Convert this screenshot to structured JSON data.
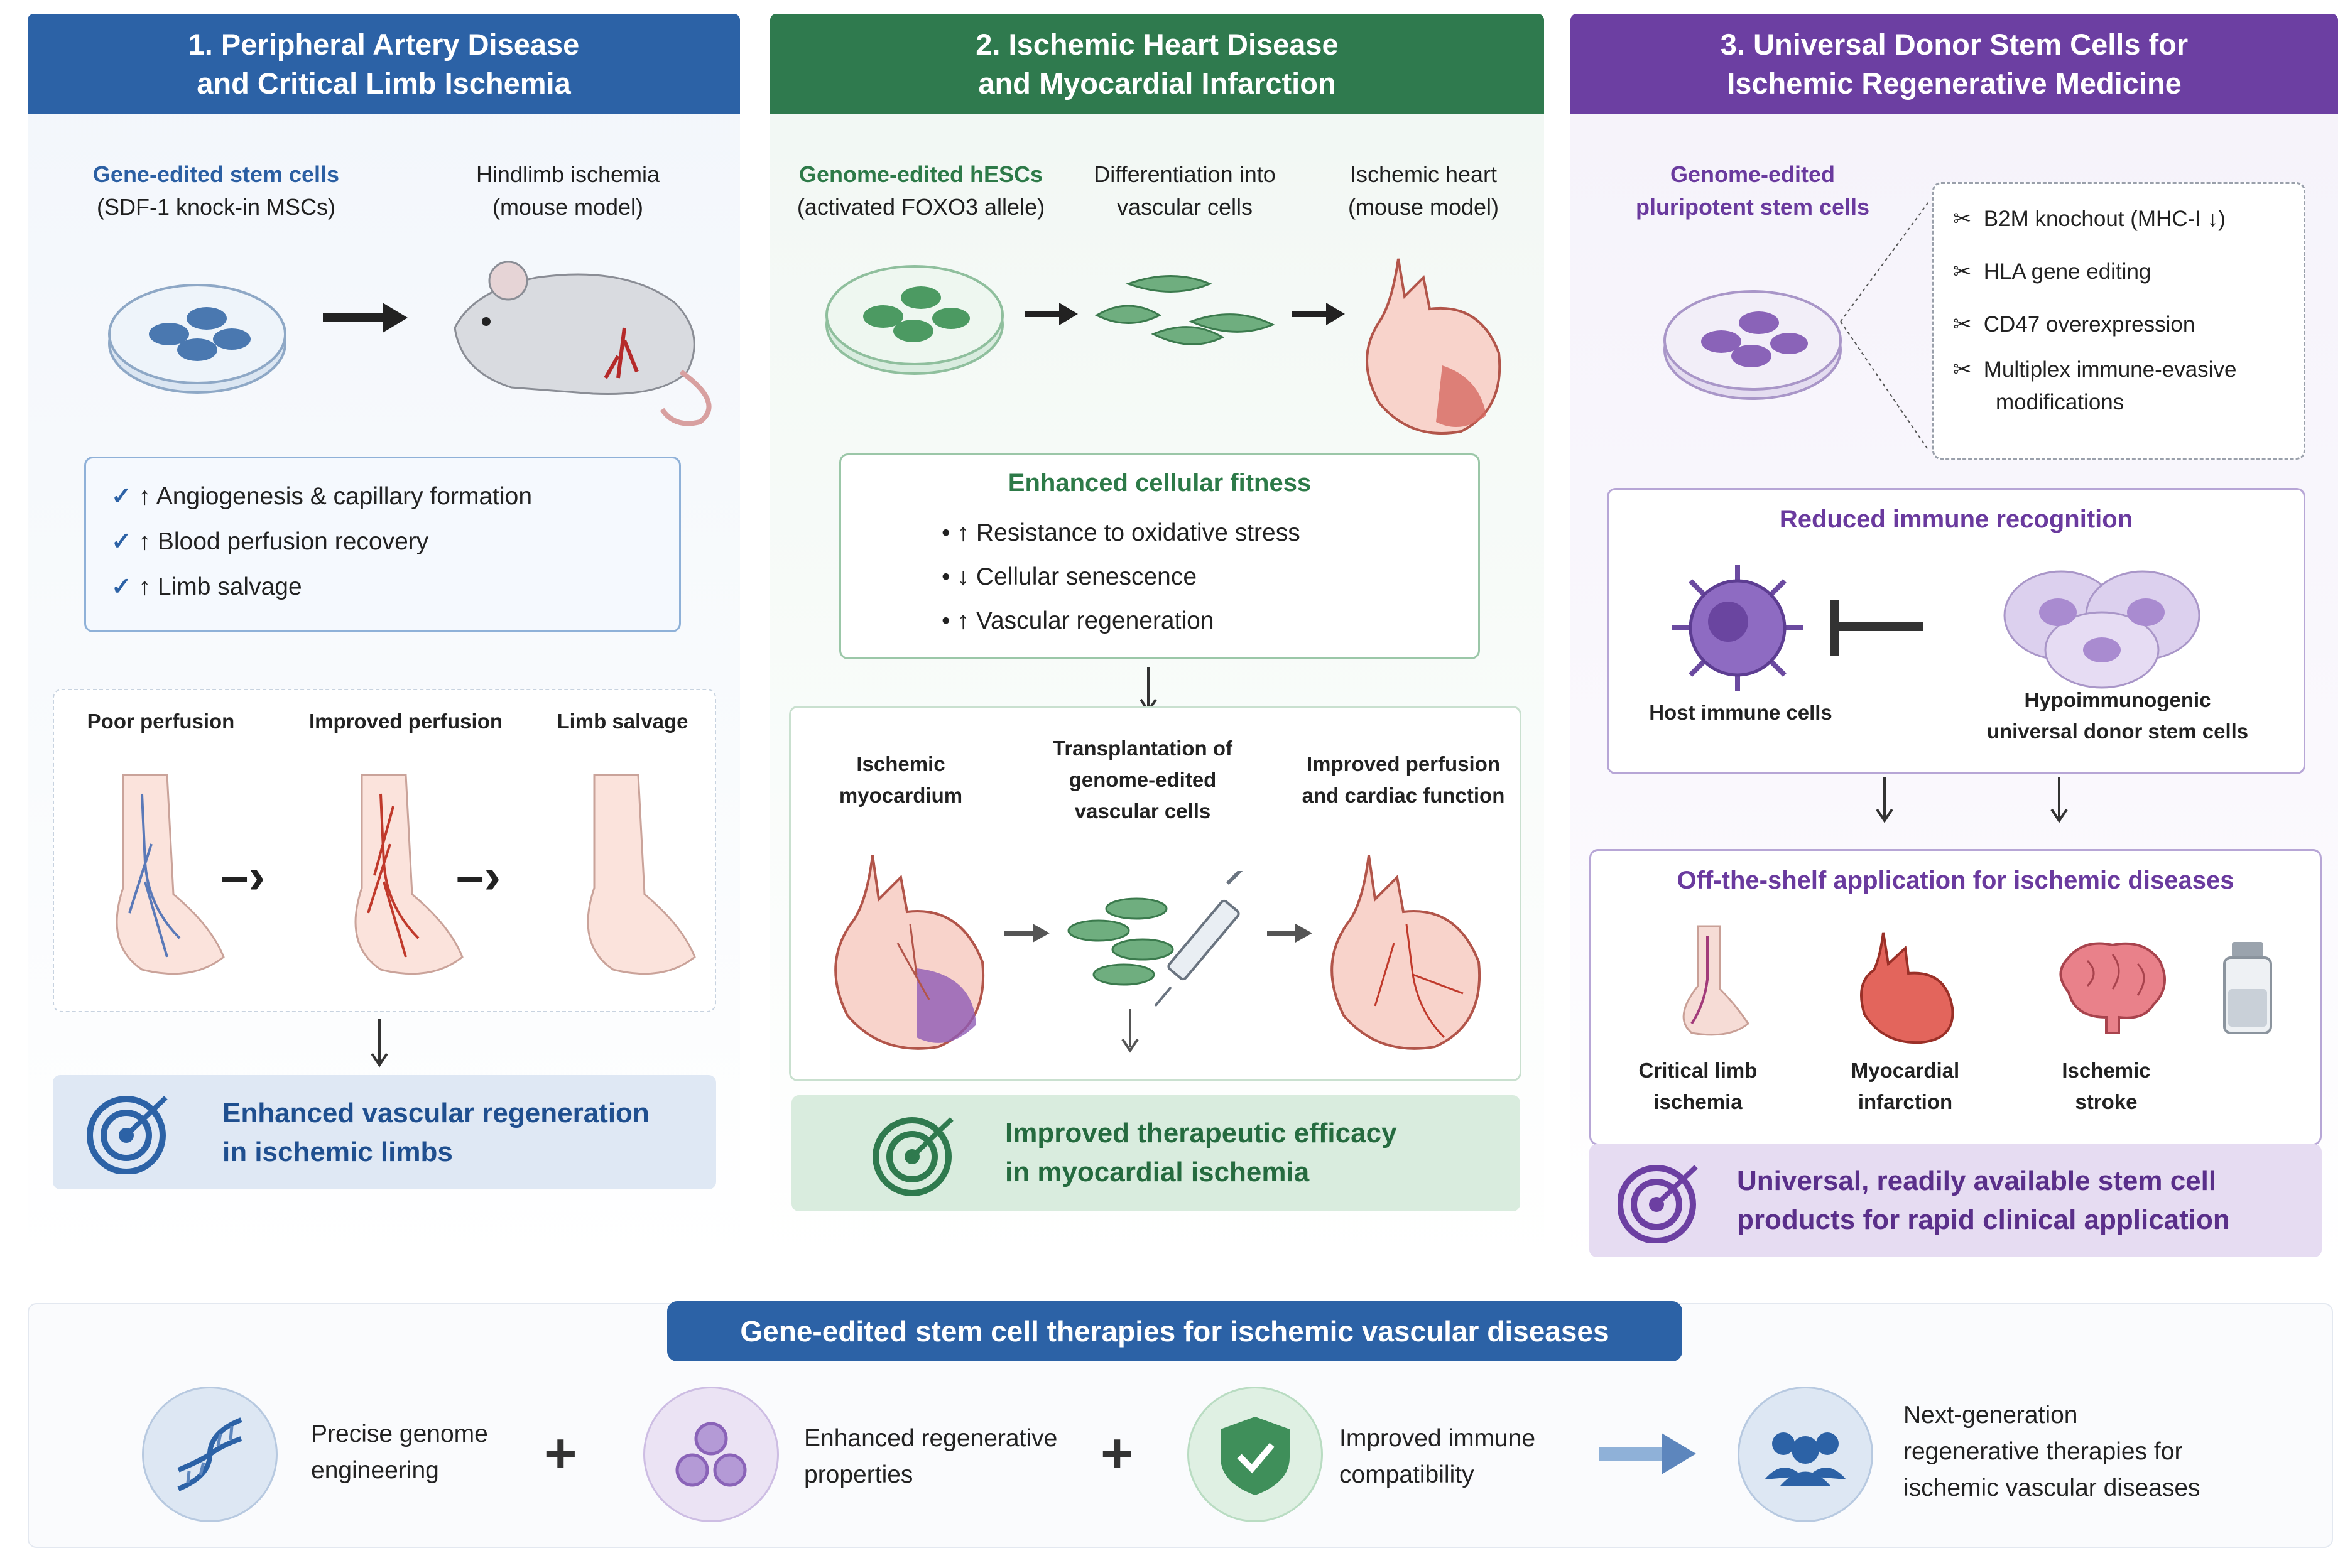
{
  "col1": {
    "header": [
      "1. Peripheral Artery Disease",
      "and Critical Limb Ischemia"
    ],
    "cells_label": [
      "Gene-edited stem cells",
      "(SDF-1 knock-in MSCs)"
    ],
    "model_label": [
      "Hindlimb ischemia",
      "(mouse model)"
    ],
    "benefits": [
      "↑ Angiogenesis & capillary formation",
      "↑ Blood perfusion recovery",
      "↑ Limb salvage"
    ],
    "stages": [
      "Poor perfusion",
      "Improved perfusion",
      "Limb salvage"
    ],
    "outcome": [
      "Enhanced vascular regeneration",
      "in ischemic limbs"
    ]
  },
  "col2": {
    "header": [
      "2. Ischemic Heart Disease",
      "and Myocardial Infarction"
    ],
    "cells_label": [
      "Genome-edited hESCs",
      "(activated FOXO3 allele)"
    ],
    "diff_label": [
      "Differentiation into",
      "vascular cells"
    ],
    "heart_label": [
      "Ischemic heart",
      "(mouse model)"
    ],
    "fitness_title": "Enhanced cellular fitness",
    "fitness_items": [
      "↑ Resistance to oxidative stress",
      "↓ Cellular senescence",
      "↑ Vascular regeneration"
    ],
    "steps": [
      [
        "Ischemic",
        "myocardium"
      ],
      [
        "Transplantation of",
        "genome-edited",
        "vascular cells"
      ],
      [
        "Improved perfusion",
        "and cardiac function"
      ]
    ],
    "outcome": [
      "Improved therapeutic efficacy",
      "in myocardial ischemia"
    ]
  },
  "col3": {
    "header": [
      "3. Universal Donor Stem Cells for",
      "Ischemic Regenerative Medicine"
    ],
    "cells_label": [
      "Genome-edited",
      "pluripotent stem cells"
    ],
    "edits": [
      "B2M knochout (MHC-I ↓)",
      "HLA gene editing",
      "CD47 overexpression",
      "Multiplex immune-evasive",
      "modifications"
    ],
    "immune_title": "Reduced immune recognition",
    "host_label": "Host immune cells",
    "donor_label": [
      "Hypoimmunogenic",
      "universal donor stem cells"
    ],
    "offshelf_title": "Off-the-shelf application for ischemic diseases",
    "applications": [
      [
        "Critical limb",
        "ischemia"
      ],
      [
        "Myocardial",
        "infarction"
      ],
      [
        "Ischemic",
        "stroke"
      ]
    ],
    "outcome": [
      "Universal, readily available stem cell",
      "products for rapid clinical application"
    ]
  },
  "bottom": {
    "title": "Gene-edited stem cell therapies for ischemic vascular diseases",
    "items": [
      [
        "Precise genome",
        "engineering"
      ],
      [
        "Enhanced regenerative",
        "properties"
      ],
      [
        "Improved immune",
        "compatibility"
      ],
      [
        "Next-generation",
        "regenerative therapies for",
        "ischemic vascular diseases"
      ]
    ],
    "icons": [
      "dna-icon",
      "cells-icon",
      "shield-check-icon",
      "people-icon"
    ]
  },
  "colors": {
    "blue": "#2c62a6",
    "green": "#2f7a4e",
    "purple": "#6c3fa2"
  }
}
